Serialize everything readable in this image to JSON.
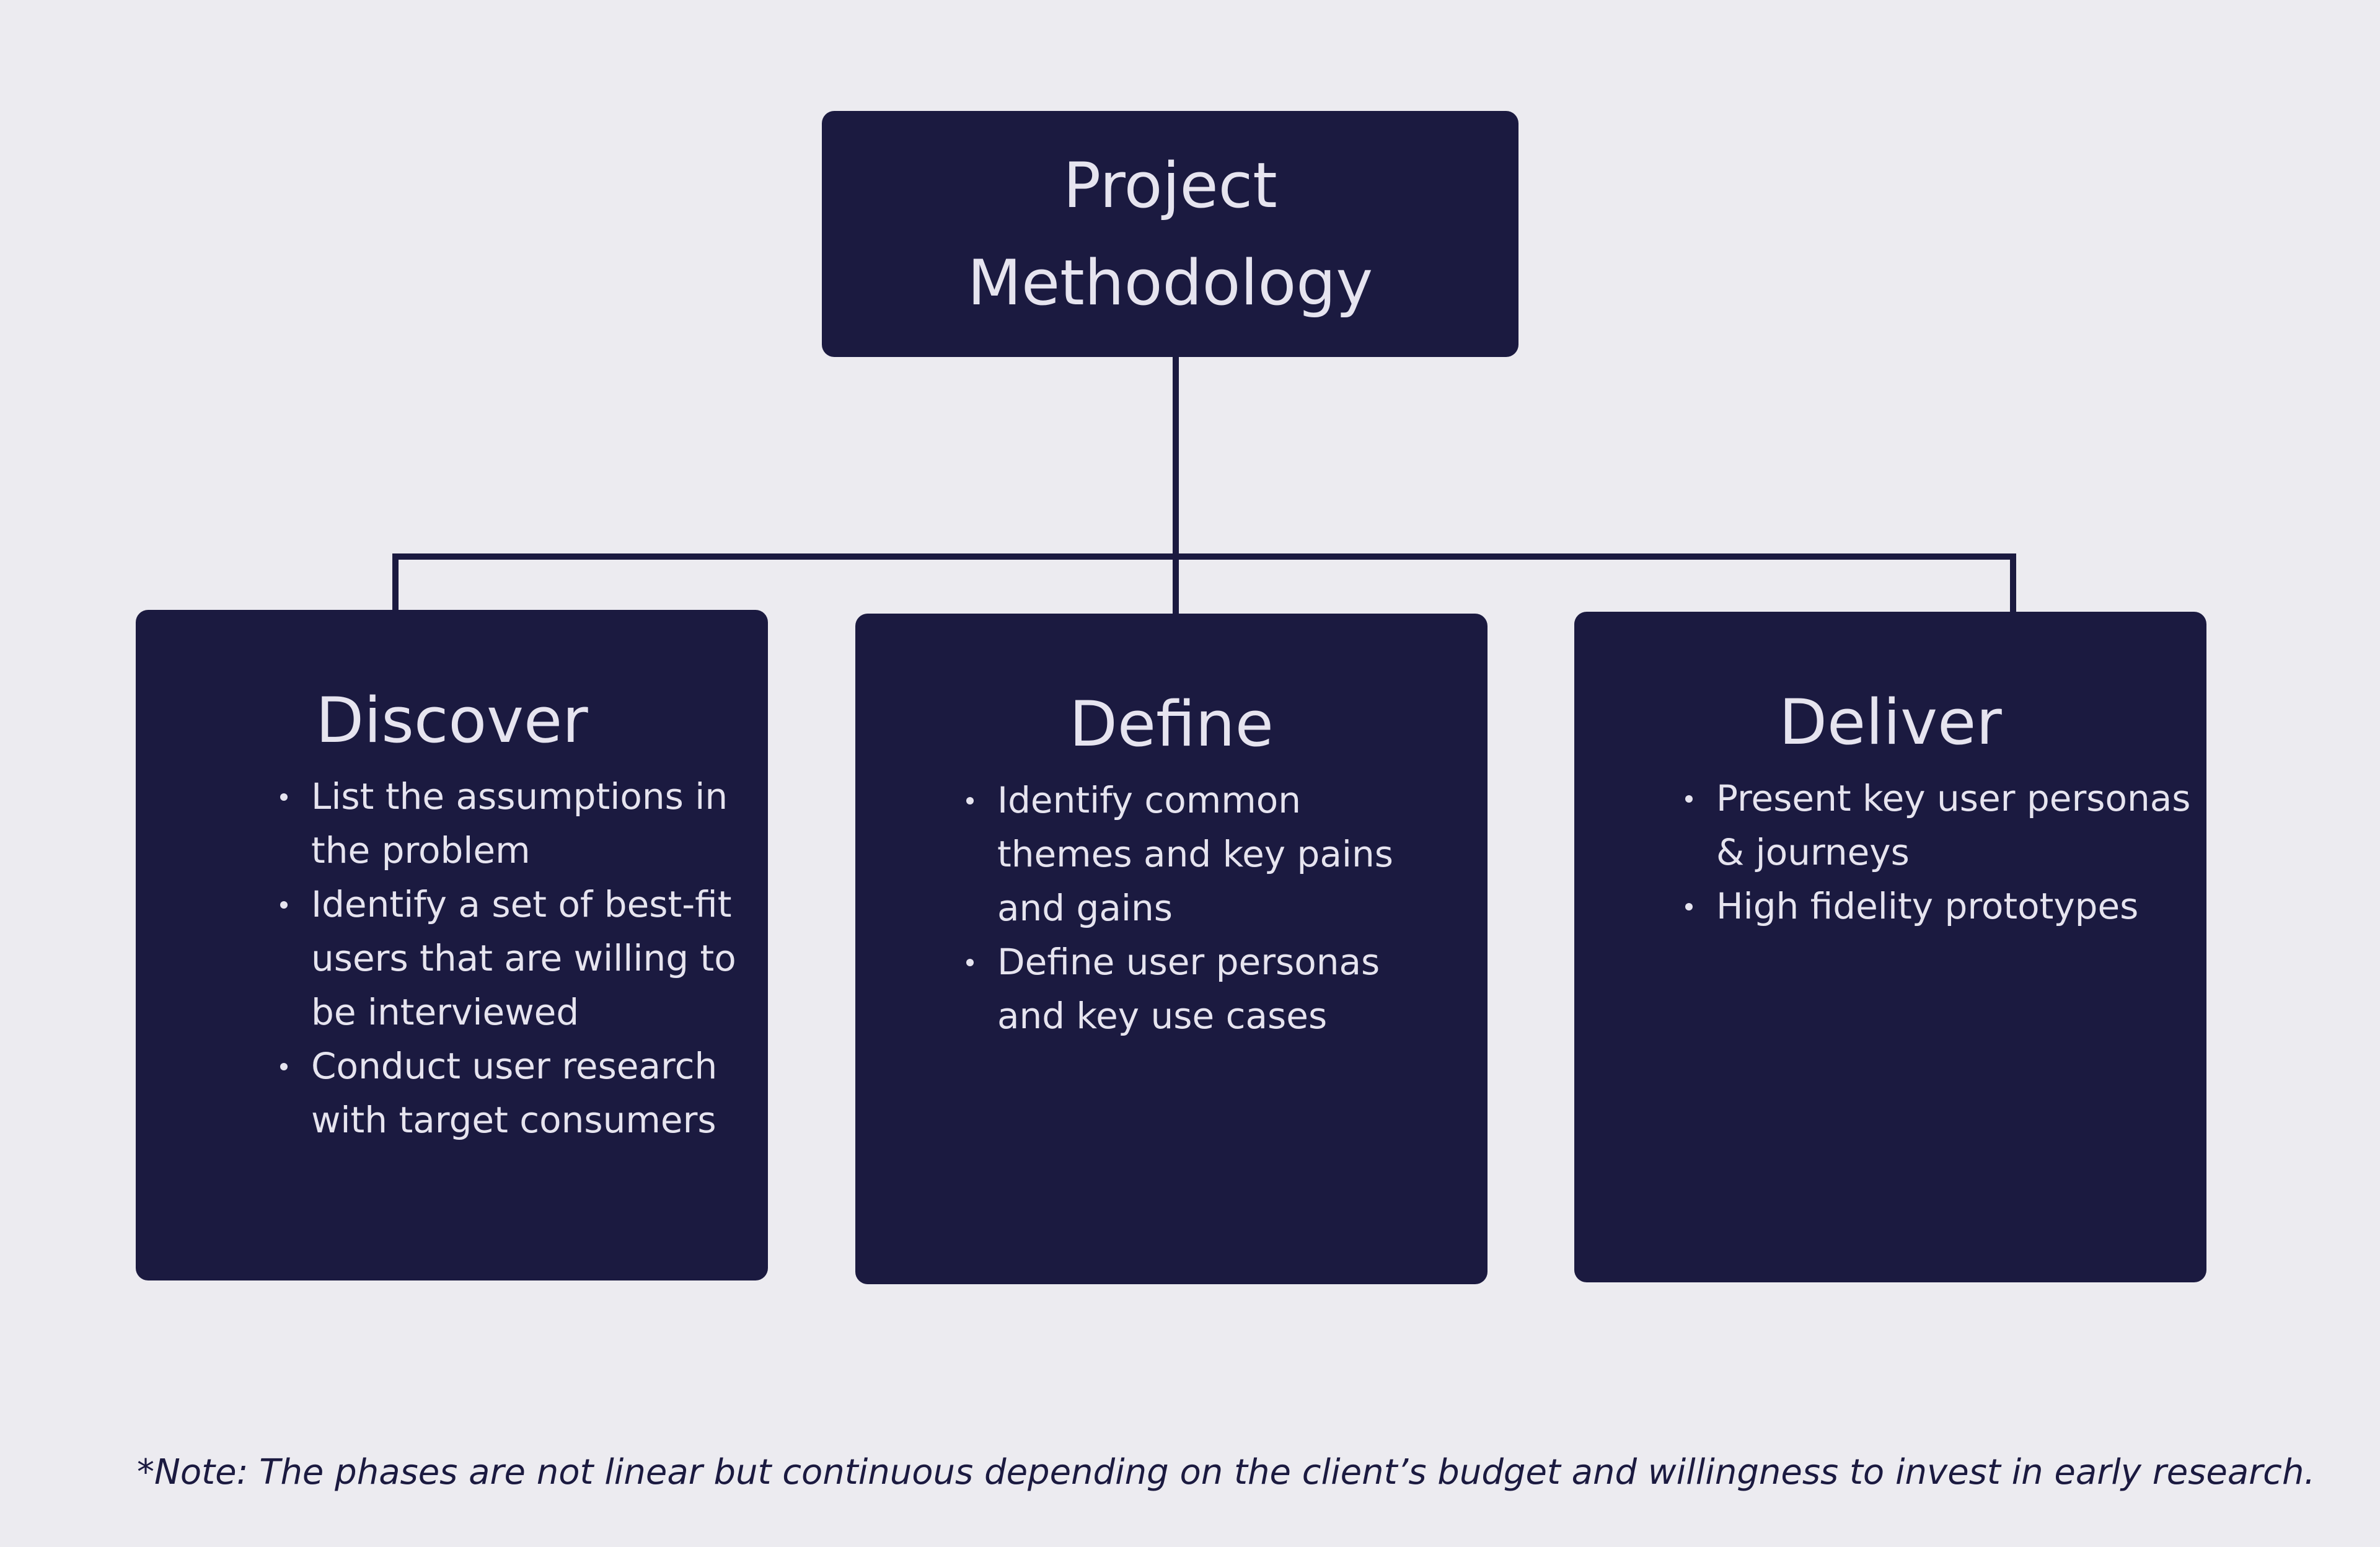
{
  "colors": {
    "background": "#ecebf0",
    "box_fill": "#1b1a40",
    "box_text": "#e6e4ef",
    "connector": "#1b1a40",
    "footnote_text": "#1b1a40"
  },
  "root": {
    "title": "Project Methodology"
  },
  "phases": [
    {
      "title": "Discover",
      "items": [
        "List the assumptions in the problem",
        "Identify a set of best-fit users that are willing to be interviewed",
        "Conduct user research with target consumers"
      ]
    },
    {
      "title": "Define",
      "items": [
        "Identify common themes and key pains and gains",
        "Define user personas and key use cases"
      ]
    },
    {
      "title": "Deliver",
      "items": [
        "Present key user personas & journeys",
        "High fidelity prototypes"
      ]
    }
  ],
  "footnote": "*Note: The phases are not linear but continuous depending on the client’s budget and willingness to invest in early research."
}
